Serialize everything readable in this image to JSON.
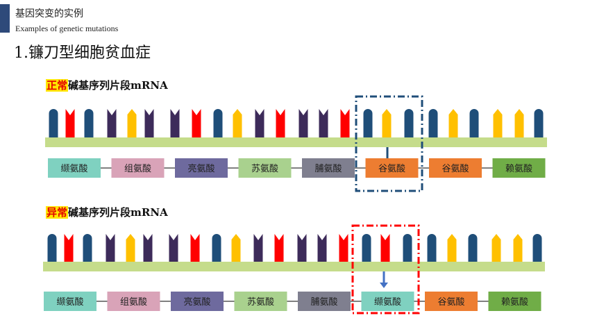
{
  "header": {
    "title_cn": "基因突变的实例",
    "title_en": "Examples of genetic mutations"
  },
  "section_title": "1.镰刀型细胞贫血症",
  "normal": {
    "label_highlight": "正常",
    "label_rest": "碱基序列片段mRNA",
    "bases": [
      "N",
      "R",
      "N",
      "P",
      "Y",
      "P",
      "P",
      "R",
      "N",
      "Y",
      "P",
      "R",
      "P",
      "P",
      "R",
      "N",
      "Y",
      "N",
      "N",
      "Y",
      "N",
      "Y",
      "Y",
      "N"
    ],
    "amino_acids": [
      "缬氨酸",
      "组氨酸",
      "亮氨酸",
      "苏氨酸",
      "脯氨酸",
      "谷氨酸",
      "谷氨酸",
      "赖氨酸"
    ],
    "highlight_index": 5,
    "highlight_color": "#1f4e79"
  },
  "abnormal": {
    "label_highlight": "异常",
    "label_rest": "碱基序列片段mRNA",
    "bases": [
      "N",
      "R",
      "N",
      "P",
      "Y",
      "P",
      "P",
      "R",
      "N",
      "Y",
      "P",
      "R",
      "P",
      "P",
      "R",
      "N",
      "R",
      "N",
      "N",
      "Y",
      "N",
      "Y",
      "Y",
      "N"
    ],
    "amino_acids": [
      "缬氨酸",
      "组氨酸",
      "亮氨酸",
      "苏氨酸",
      "脯氨酸",
      "缬氨酸",
      "谷氨酸",
      "赖氨酸"
    ],
    "highlight_index": 5,
    "highlight_color": "#ff0000"
  },
  "colors": {
    "accent": "#2e4a7a",
    "backbone": "#c5dc8b",
    "base_N": "#1f4e79",
    "base_R": "#ff0000",
    "base_P": "#3d2b5a",
    "base_Y": "#ffc000",
    "arrow": "#4472c4",
    "amino_acids": [
      "#7fd1c0",
      "#d9a3b8",
      "#6e6a9e",
      "#a9d18e",
      "#7f7f8f",
      "#ed7d31",
      "#ed7d31",
      "#70ad47"
    ],
    "abnormal_amino_acids": [
      "#7fd1c0",
      "#d9a3b8",
      "#6e6a9e",
      "#a9d18e",
      "#7f7f8f",
      "#7fd1c0",
      "#ed7d31",
      "#70ad47"
    ]
  }
}
